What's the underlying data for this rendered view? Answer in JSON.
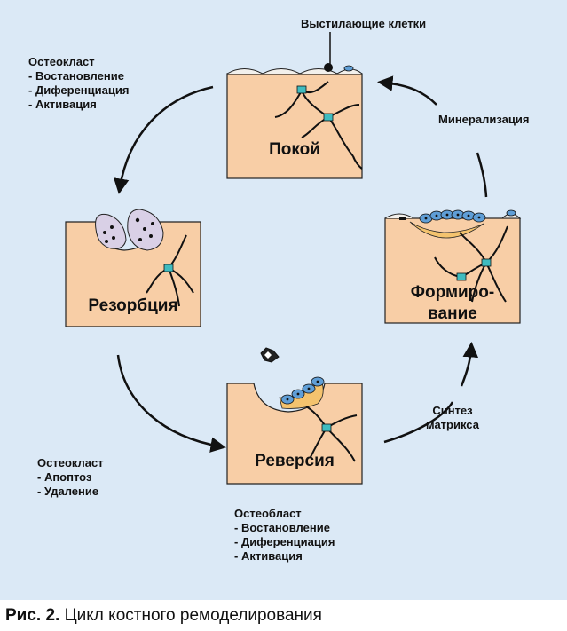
{
  "labels": {
    "lining_cells": "Выстилающие клетки",
    "mineralization": "Минерализация",
    "matrix_synthesis": [
      "Синтез",
      "матрикса"
    ]
  },
  "stages": {
    "rest": "Покой",
    "resorption": "Резорбция",
    "reversal": "Реверсия",
    "formation": [
      "Формиро-",
      "вание"
    ]
  },
  "osteoclast_top": {
    "title": "Остеокласт",
    "items": [
      "- Востановление",
      "- Диференциация",
      "- Активация"
    ]
  },
  "osteoclast_bottom": {
    "title": "Остеокласт",
    "items": [
      "- Апоптоз",
      "- Удаление"
    ]
  },
  "osteoblast": {
    "title": "Остеобласт",
    "items": [
      "- Востановление",
      "- Диференциация",
      "- Активация"
    ]
  },
  "caption": {
    "prefix": "Рис. 2.",
    "text": "Цикл костного ремоделирования"
  },
  "colors": {
    "background": "#dbe9f6",
    "bone": "#f8cea6",
    "osteoid": "#f4c36e",
    "cell": "#5f9ed6",
    "osteoclast": "#d9d0e6",
    "osteocyte": "#3fbcc0"
  }
}
